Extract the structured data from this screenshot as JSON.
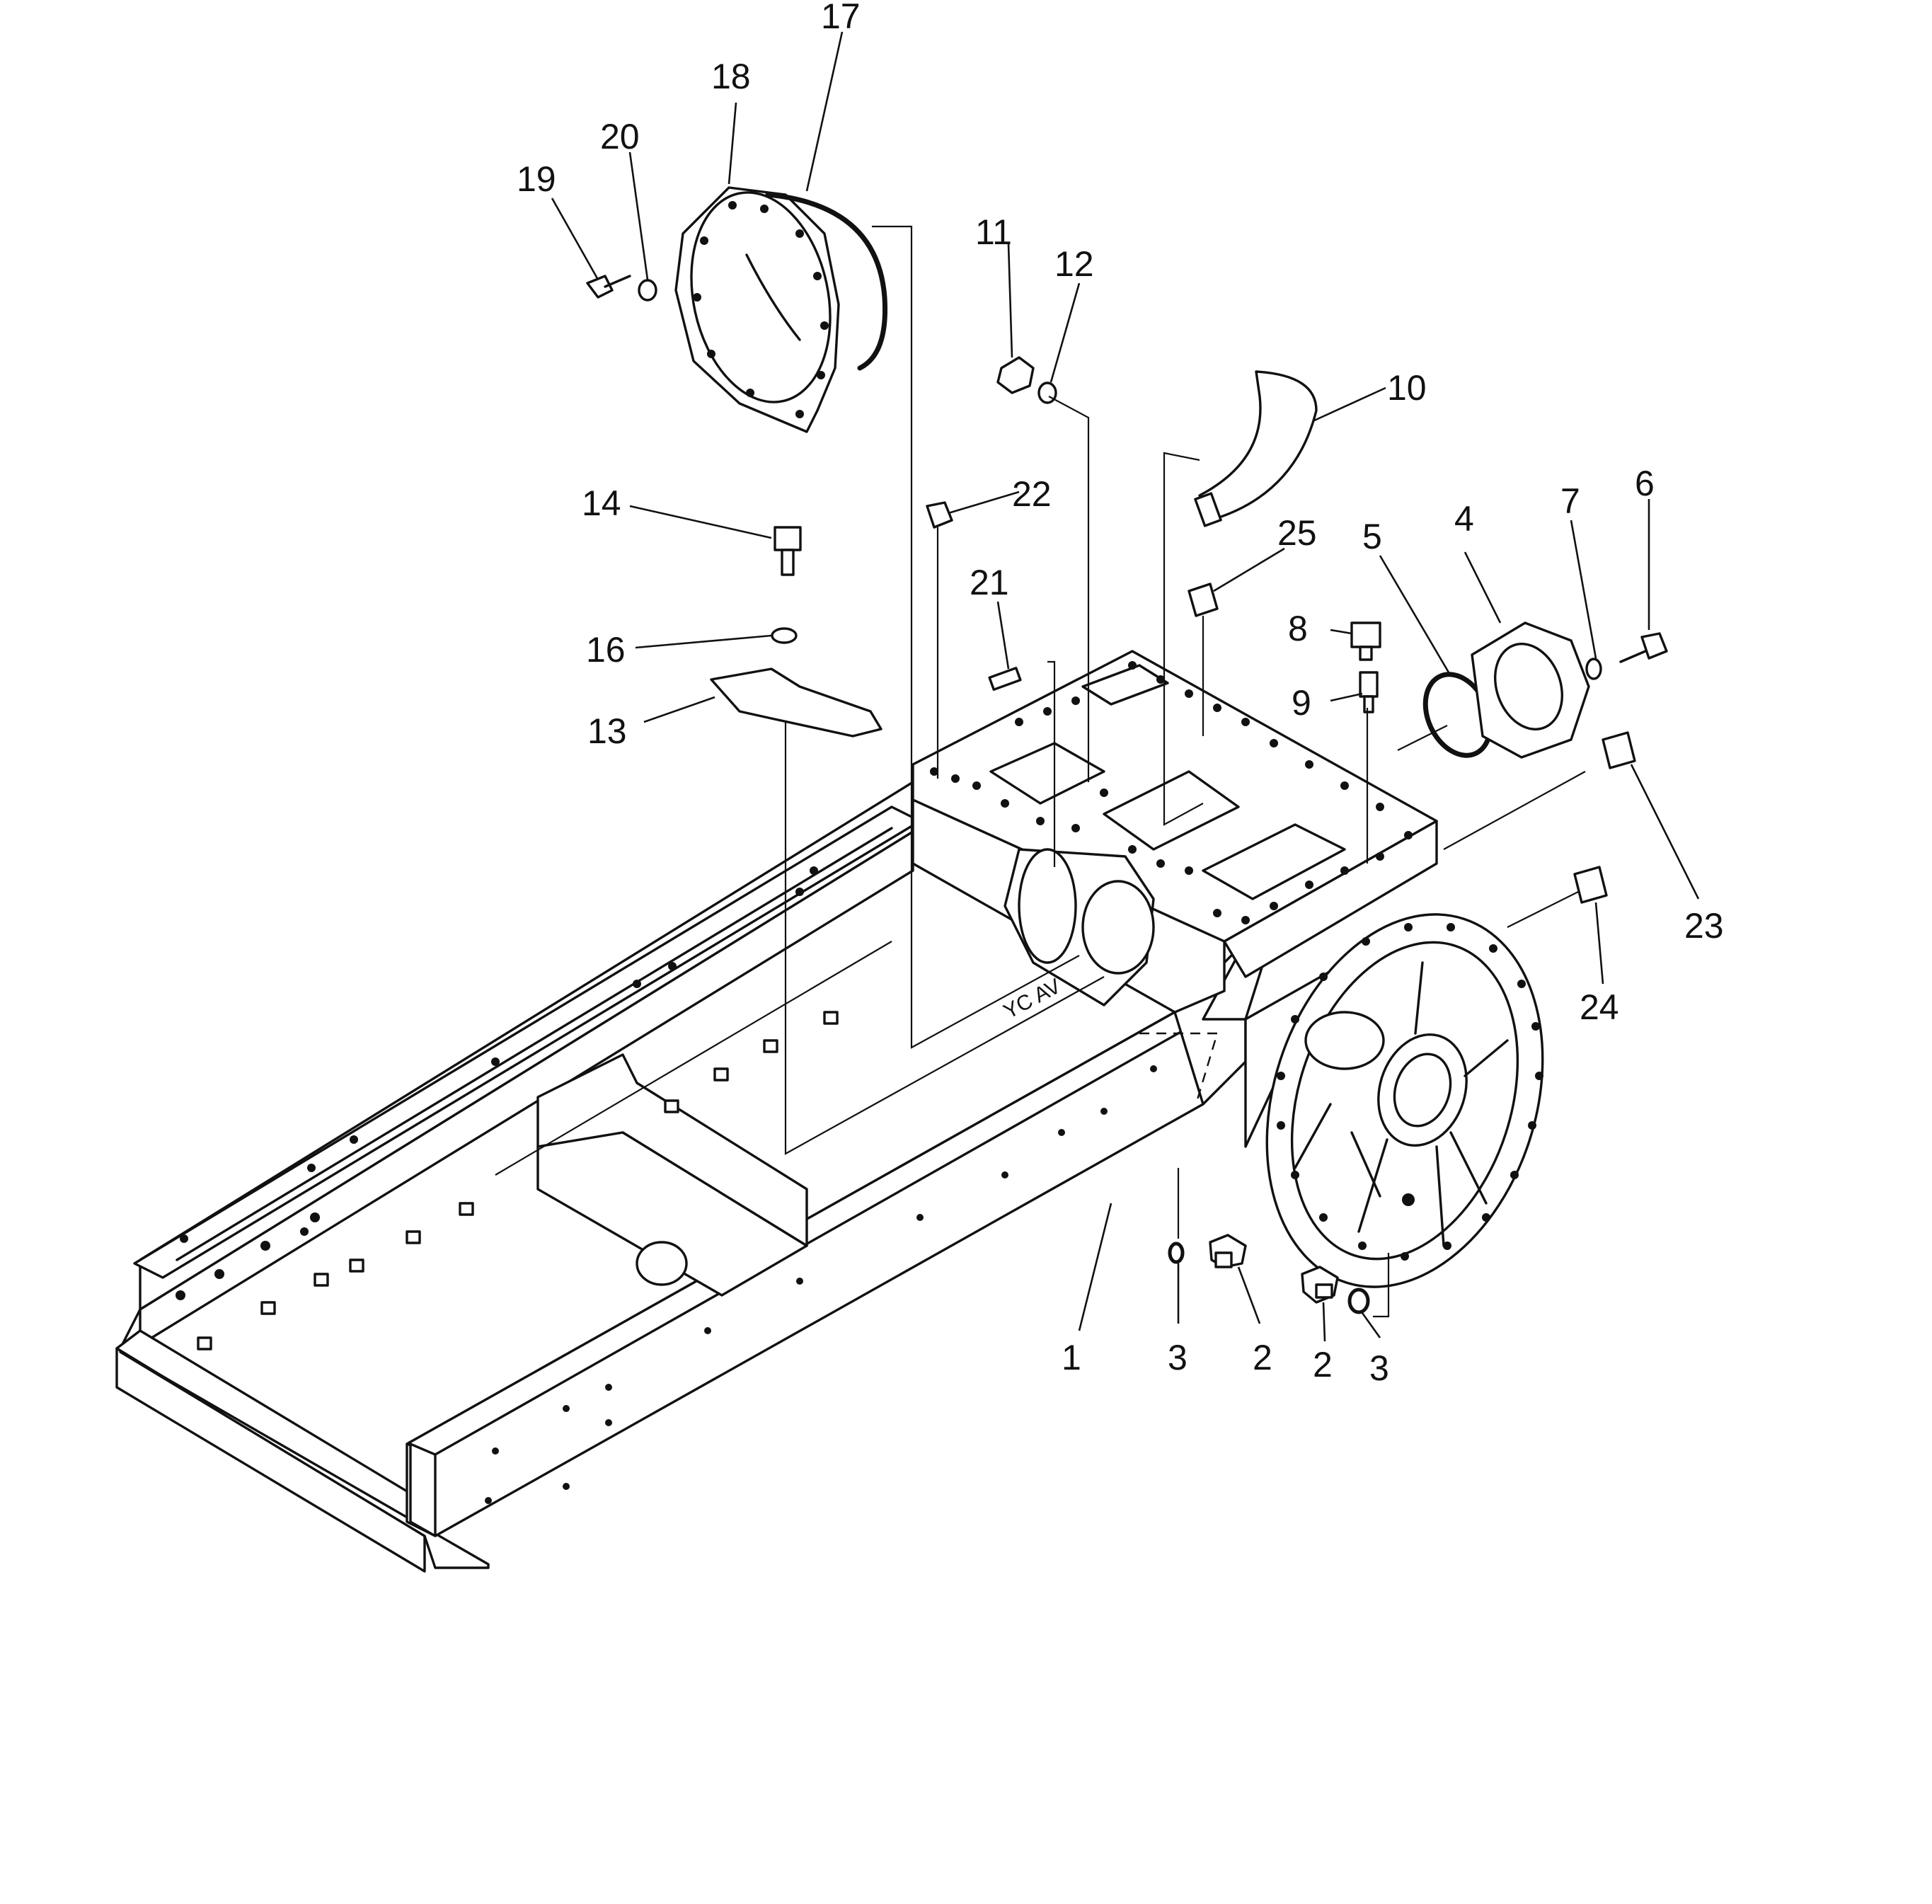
{
  "diagram": {
    "stamp_text": "YC AV",
    "callouts": [
      {
        "id": "c1",
        "text": "1"
      },
      {
        "id": "c2a",
        "text": "2"
      },
      {
        "id": "c2b",
        "text": "2"
      },
      {
        "id": "c3a",
        "text": "3"
      },
      {
        "id": "c3b",
        "text": "3"
      },
      {
        "id": "c4",
        "text": "4"
      },
      {
        "id": "c5",
        "text": "5"
      },
      {
        "id": "c6",
        "text": "6"
      },
      {
        "id": "c7",
        "text": "7"
      },
      {
        "id": "c8",
        "text": "8"
      },
      {
        "id": "c9",
        "text": "9"
      },
      {
        "id": "c10",
        "text": "10"
      },
      {
        "id": "c11",
        "text": "11"
      },
      {
        "id": "c12",
        "text": "12"
      },
      {
        "id": "c13",
        "text": "13"
      },
      {
        "id": "c14",
        "text": "14"
      },
      {
        "id": "c16",
        "text": "16"
      },
      {
        "id": "c17",
        "text": "17"
      },
      {
        "id": "c18",
        "text": "18"
      },
      {
        "id": "c19",
        "text": "19"
      },
      {
        "id": "c20",
        "text": "20"
      },
      {
        "id": "c21",
        "text": "21"
      },
      {
        "id": "c22",
        "text": "22"
      },
      {
        "id": "c23",
        "text": "23"
      },
      {
        "id": "c24",
        "text": "24"
      },
      {
        "id": "c25",
        "text": "25"
      }
    ]
  }
}
